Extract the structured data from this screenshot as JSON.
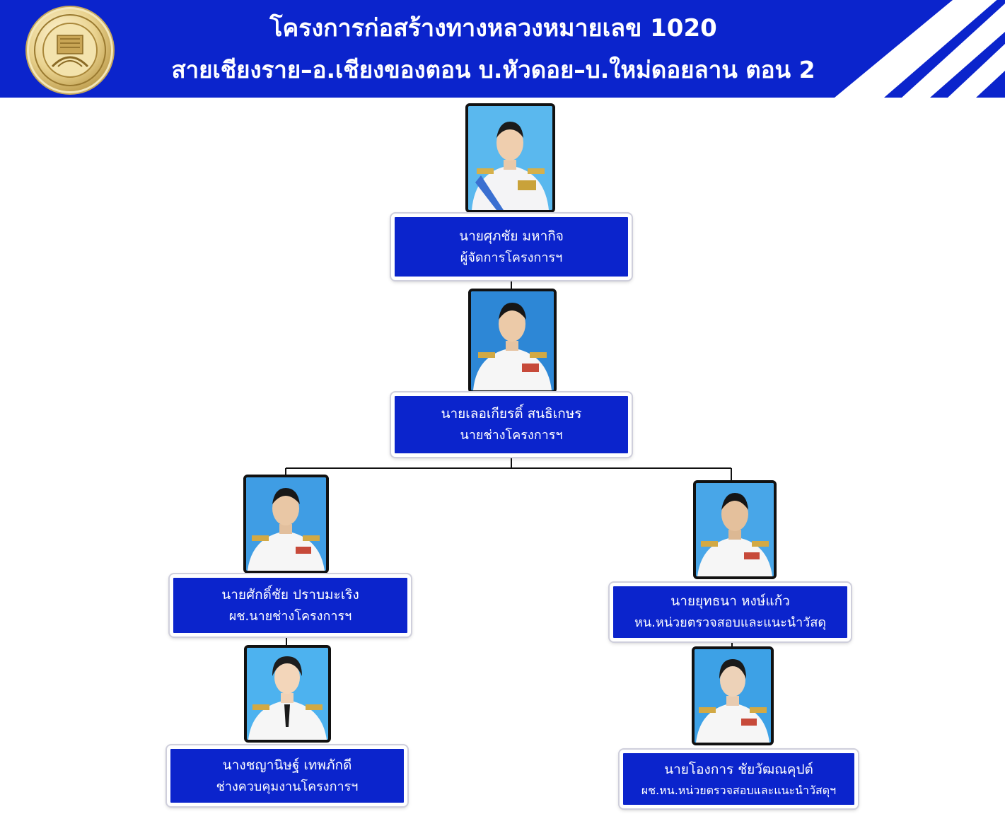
{
  "header": {
    "title_line1": "โครงการก่อสร้างทางหลวงหมายเลข 1020",
    "title_line2": "สายเชียงราย–อ.เชียงของตอน บ.หัวดอย–บ.ใหม่ดอยลาน ตอน 2",
    "background_color": "#0b24cc",
    "logo_icon": "department-seal-icon"
  },
  "org_chart": {
    "box_color": "#0b24cc",
    "members": [
      {
        "id": "project-manager",
        "name": "นายศุภชัย  มหากิจ",
        "position": "ผู้จัดการโครงการฯ"
      },
      {
        "id": "project-engineer",
        "name": "นายเลอเกียรติ์  สนธิเกษร",
        "position": "นายช่างโครงการฯ"
      },
      {
        "id": "assistant-engineer",
        "name": "นายศักดิ์ชัย  ปราบมะเริง",
        "position": "ผช.นายช่างโครงการฯ"
      },
      {
        "id": "inspection-head",
        "name": "นายยุทธนา  หงษ์แก้ว",
        "position": "หน.หน่วยตรวจสอบและแนะนำวัสดุ"
      },
      {
        "id": "work-supervisor",
        "name": "นางชญานิษฐ์ เทพภักดี",
        "position": "ช่างควบคุมงานโครงการฯ"
      },
      {
        "id": "inspection-assistant",
        "name": "นายโองการ  ชัยวัฒณคุปต์",
        "position": "ผช.หน.หน่วยตรวจสอบและแนะนำวัสดุฯ"
      }
    ]
  }
}
